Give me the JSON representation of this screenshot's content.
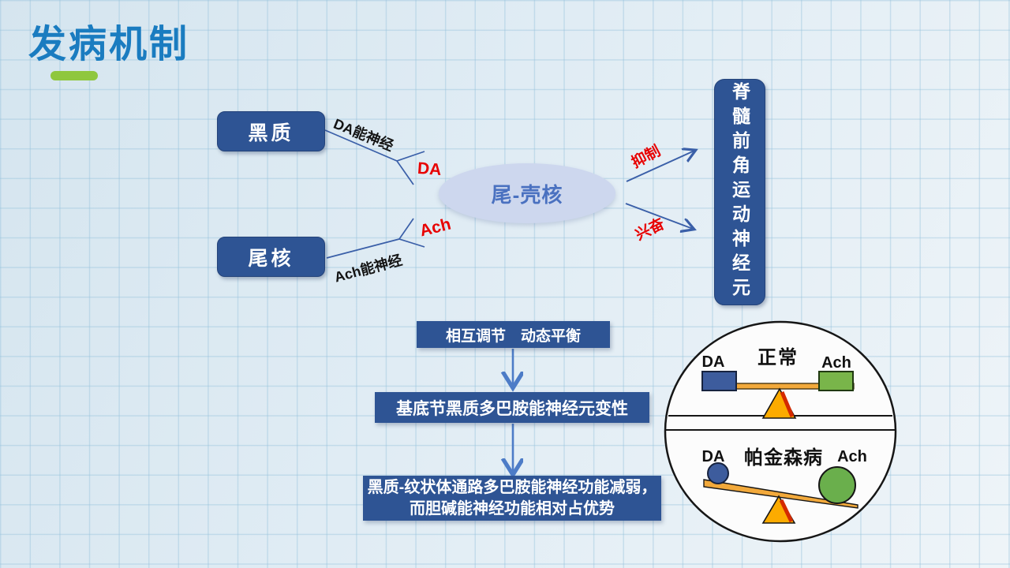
{
  "slide": {
    "title": "发病机制"
  },
  "pathway": {
    "substantia_nigra": "黑质",
    "caudate": "尾核",
    "da_neuron_edge": "DA能神经",
    "ach_neuron_edge": "Ach能神经",
    "da": "DA",
    "ach": "Ach",
    "center_node": "尾-壳核",
    "inhibit": "抑制",
    "excite": "兴奋",
    "spinal_node": "脊髓前角运动神经元"
  },
  "flow": {
    "step1": "相互调节　动态平衡",
    "step2": "基底节黑质多巴胺能神经元变性",
    "step3_line1": "黑质-纹状体通路多巴胺能神经功能减弱，",
    "step3_line2": "而胆碱能神经功能相对占优势"
  },
  "balance": {
    "normal": {
      "title": "正常",
      "left": "DA",
      "right": "Ach"
    },
    "parkinson": {
      "title": "帕金森病",
      "left": "DA",
      "right": "Ach"
    }
  },
  "colors": {
    "title_blue": "#1a7cc0",
    "accent_green": "#8fc73e",
    "node_blue": "#2e5494",
    "ellipse_fill": "#cdd7ee",
    "ellipse_text": "#4a71c0",
    "red_label": "#e80000",
    "line_blue": "#3a5fa8",
    "arrow_blue": "#4d7cc7",
    "beam_orange": "#f2a93b",
    "fulcrum_orange": "#fcab00",
    "fulcrum_red": "#d42a00",
    "weight_blue": "#3d5c9d",
    "weight_green": "#79b54a"
  }
}
